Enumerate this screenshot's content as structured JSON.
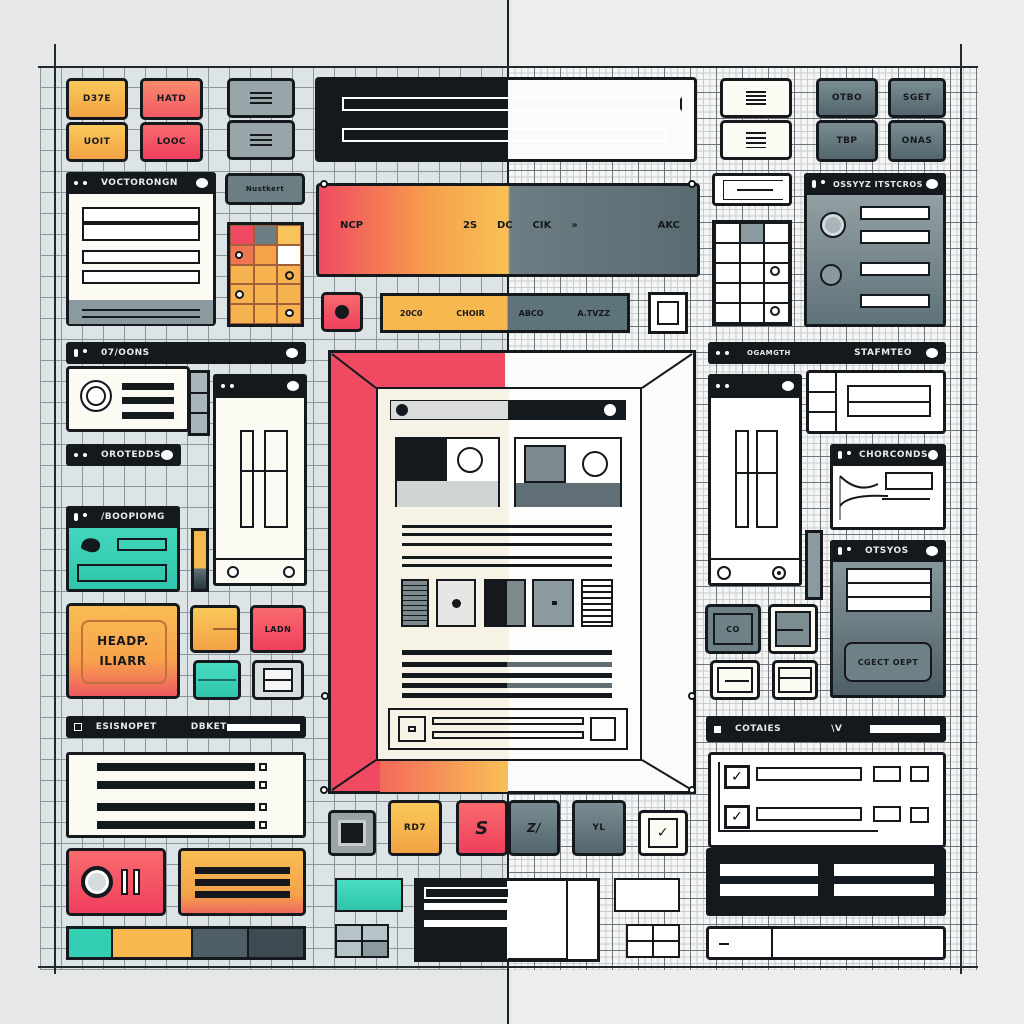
{
  "canvas": {
    "background_left": "#e6e8e8",
    "background_right": "#ededee",
    "accent_colors": {
      "yellow": "#f7b84f",
      "pink": "#ef4a62",
      "teal": "#3cd2b8",
      "slate": "#5f737a",
      "dark": "#14191e",
      "paper": "#fbfaf3"
    }
  },
  "left_column": {
    "tile_buttons": [
      {
        "label": "D37E",
        "color": "yellow"
      },
      {
        "label": "HATD",
        "color": "pink"
      },
      {
        "label": "UOIT",
        "color": "yellow"
      },
      {
        "label": "LOOC",
        "color": "pink"
      }
    ],
    "panel_1": {
      "title": "VOCTORONGN"
    },
    "small_slate_button": {
      "label": "Nustkert"
    },
    "panel_2": {
      "title": "07/OONS"
    },
    "panel_3": {
      "title": "OROTEDDS"
    },
    "panel_4": {
      "title": "/BOOPIOMG"
    },
    "header_card": {
      "line1": "HEADP.",
      "line2": "ILIARR"
    },
    "small_pink_card": {
      "label": "LADN"
    },
    "toolbar": {
      "label_1": "ESISNOPET",
      "label_2": "DBKET"
    }
  },
  "center_column": {
    "gradient_bar": {
      "labels": [
        "NCP",
        "2S",
        "DC",
        "CIK",
        "»",
        "AKC"
      ]
    },
    "sub_bar": {
      "labels": [
        "20C0",
        "CHOIR",
        "ABCO",
        "A.TVZZ"
      ]
    },
    "bottom_tiles": [
      {
        "label": "",
        "color": "gray"
      },
      {
        "label": "RD7",
        "color": "yellow"
      },
      {
        "label": "S",
        "color": "pink"
      },
      {
        "label": "Z/",
        "color": "slate"
      },
      {
        "label": "YL",
        "color": "slate"
      },
      {
        "label": "✓",
        "color": "white"
      }
    ]
  },
  "right_column": {
    "tile_buttons": [
      {
        "label": "OTBO",
        "color": "slate"
      },
      {
        "label": "SGET",
        "color": "slate"
      },
      {
        "label": "TBP",
        "color": "slate"
      },
      {
        "label": "ONAS",
        "color": "slate"
      }
    ],
    "panel_1": {
      "title": "OSSYYZ ITSTCROS"
    },
    "bar_1": {
      "left_label": "OGAMGTH",
      "right_label": "STAFMTEO"
    },
    "panel_2": {
      "title": "CHORCONDS"
    },
    "panel_3": {
      "title": "OTSYOS"
    },
    "slate_panel_button": {
      "label": "CGECT OEPT"
    },
    "small_card": {
      "label": "CO"
    },
    "toolbar": {
      "label_1": "COTAIES",
      "label_2": "\\V"
    }
  }
}
